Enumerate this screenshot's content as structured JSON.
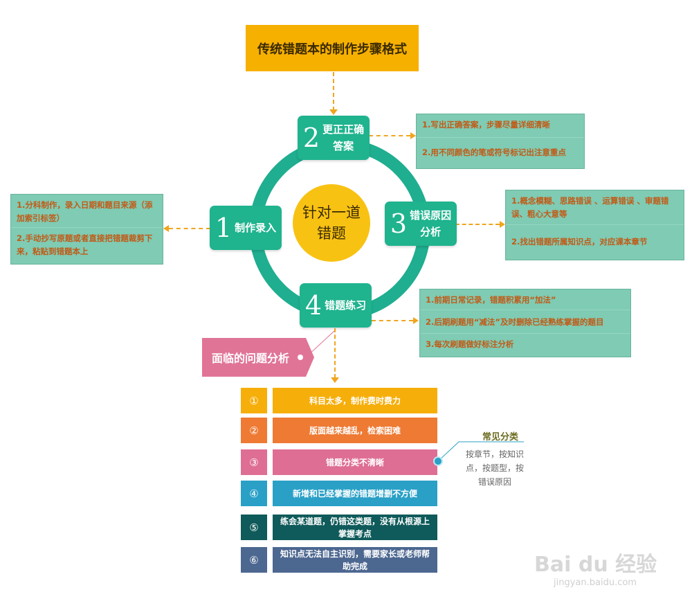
{
  "title": "传统错题本的制作步骤格式",
  "center": {
    "line1": "针对一道",
    "line2": "错题"
  },
  "steps": [
    {
      "num": "1",
      "label": "制作录入"
    },
    {
      "num": "2",
      "label_line1": "更正正确",
      "label_line2": "答案"
    },
    {
      "num": "3",
      "label_line1": "错误原因",
      "label_line2": "分析"
    },
    {
      "num": "4",
      "label": "错题练习"
    }
  ],
  "notes": {
    "step1": [
      "1.分科制作，录入日期和题目来源（添加索引标签）",
      "2.手动抄写原题或者直接把错题裁剪下来，粘贴到错题本上"
    ],
    "step2": [
      "1.写出正确答案，步骤尽量详细清晰",
      "2.用不同颜色的笔或符号标记出注意重点"
    ],
    "step3": [
      "1.概念模糊、思路错误 、运算错误 、审题错误、粗心大意等",
      "2.找出错题所属知识点，对应课本章节"
    ],
    "step4": [
      "1.前期日常记录，错题积累用“加法”",
      "2.后期刷题用“减法”及时删除已经熟练掌握的题目",
      "3.每次刷题做好标注分析"
    ]
  },
  "analysis_label": "面临的问题分析",
  "issues": [
    {
      "num": "①",
      "text": "科目太多，制作费时费力",
      "color": "#f6ae0a"
    },
    {
      "num": "②",
      "text": "版面越来越乱，检索困难",
      "color": "#ee7a34"
    },
    {
      "num": "③",
      "text": "错题分类不清晰",
      "color": "#de6e94"
    },
    {
      "num": "④",
      "text": "新增和已经掌握的错题增删不方便",
      "color": "#2aa0c7"
    },
    {
      "num": "⑤",
      "text": "练会某道题，仍错这类题，没有从根源上掌握考点",
      "color": "#0f5a5a"
    },
    {
      "num": "⑥",
      "text": "知识点无法自主识别，需要家长或老师帮助完成",
      "color": "#4c6790"
    }
  ],
  "common_title": "常见分类",
  "common_text": "按章节，按知识点，按题型，按错误原因",
  "watermark": {
    "brand": "Bai du 经验",
    "url": "jingyan.baidu.com"
  }
}
